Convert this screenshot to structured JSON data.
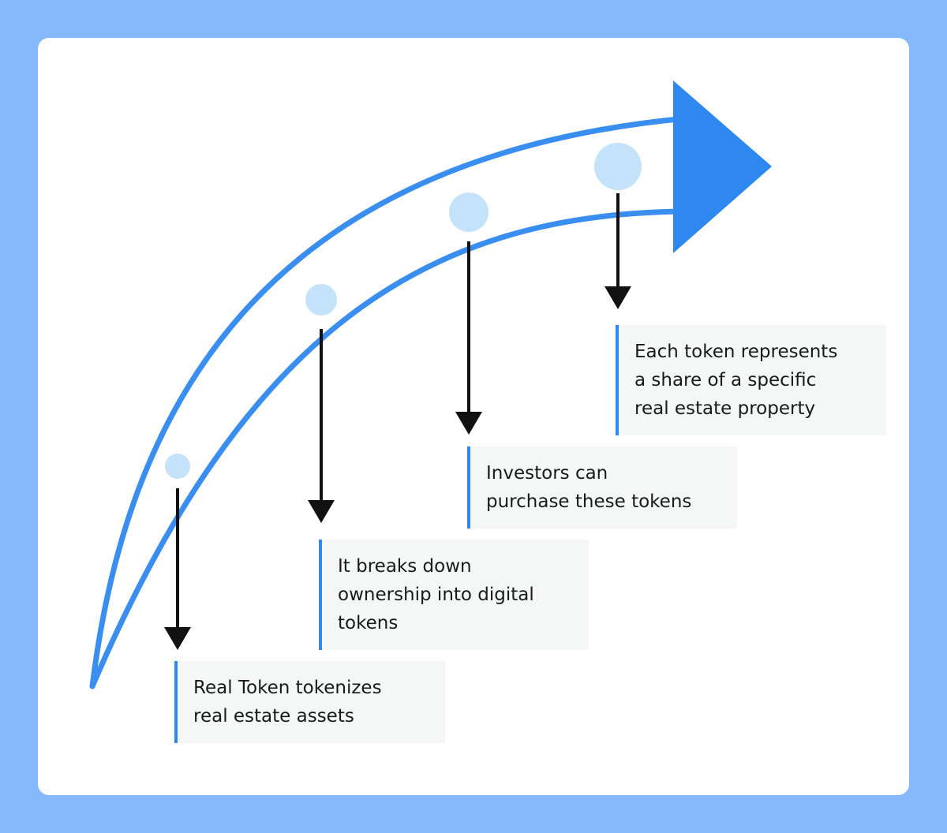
{
  "colors": {
    "background": "#85b9fc",
    "card": "#ffffff",
    "curve": "#3a8ef0",
    "arrowhead": "#2f88f0",
    "dot": "#c5e2fb",
    "pointer": "#111111",
    "box_fill": "#f5f6f6",
    "box_accent": "#2f88f0",
    "text": "#1a1a1a"
  },
  "steps": [
    {
      "text": "Real Token tokenizes\nreal estate assets"
    },
    {
      "text": "It breaks down\nownership into digital\ntokens"
    },
    {
      "text": "Investors can\npurchase these tokens"
    },
    {
      "text": "Each token represents\na share of a specific\nreal estate property"
    }
  ]
}
